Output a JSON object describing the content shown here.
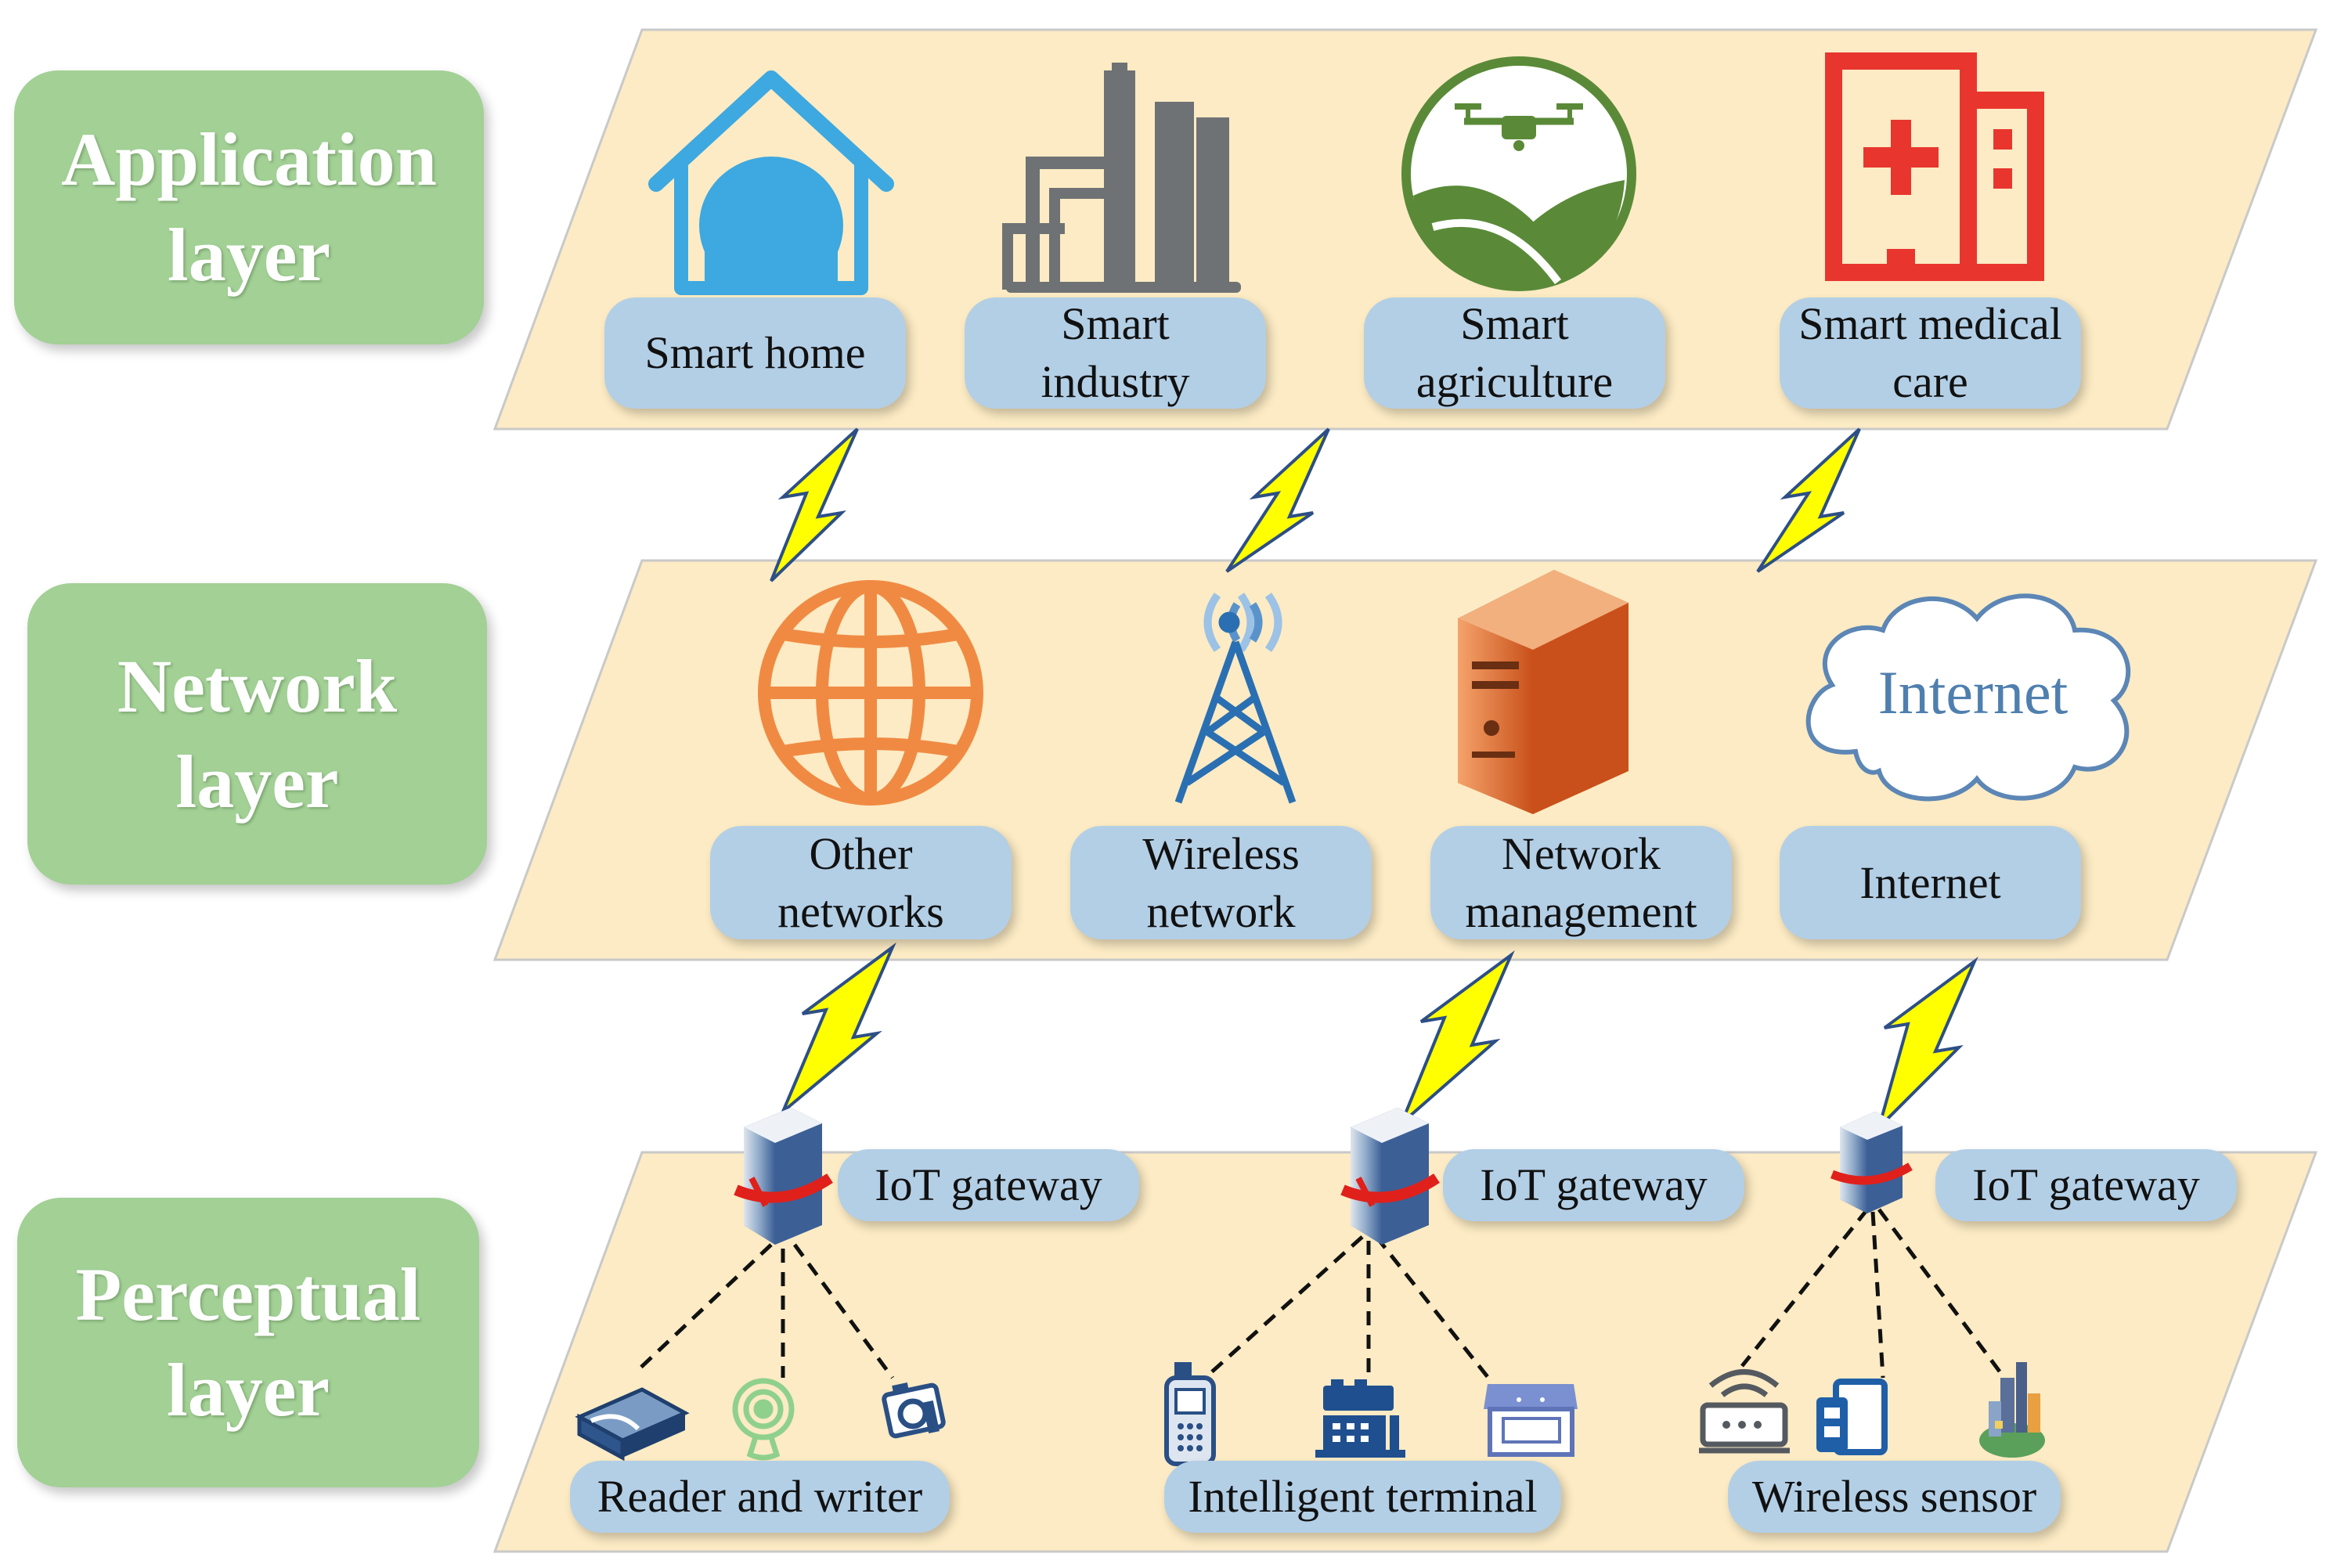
{
  "layers": [
    {
      "id": "application",
      "title": "Application\nlayer"
    },
    {
      "id": "network",
      "title": "Network\nlayer"
    },
    {
      "id": "perceptual",
      "title": "Perceptual\nlayer"
    }
  ],
  "application": {
    "items": [
      {
        "label": "Smart home",
        "icon": "house-icon"
      },
      {
        "label": "Smart\nindustry",
        "icon": "factory-icon"
      },
      {
        "label": "Smart\nagriculture",
        "icon": "drone-farm-icon"
      },
      {
        "label": "Smart medical\ncare",
        "icon": "hospital-icon"
      }
    ]
  },
  "network": {
    "items": [
      {
        "label": "Other\nnetworks",
        "icon": "globe-icon"
      },
      {
        "label": "Wireless\nnetwork",
        "icon": "antenna-tower-icon"
      },
      {
        "label": "Network\nmanagement",
        "icon": "server-icon"
      },
      {
        "label": "Internet",
        "icon": "cloud-icon"
      }
    ],
    "cloud_text": "Internet"
  },
  "perceptual": {
    "gateways": [
      {
        "label": "IoT gateway",
        "icon": "gateway-server-icon"
      },
      {
        "label": "IoT gateway",
        "icon": "gateway-server-icon"
      },
      {
        "label": "IoT gateway",
        "icon": "gateway-server-icon"
      }
    ],
    "groups": [
      {
        "label": "Reader and writer",
        "icons": [
          "card-reader-icon",
          "rfid-tag-icon",
          "camera-icon"
        ]
      },
      {
        "label": "Intelligent terminal",
        "icons": [
          "handheld-terminal-icon",
          "fax-machine-icon",
          "printer-icon"
        ]
      },
      {
        "label": "Wireless sensor",
        "icons": [
          "router-icon",
          "sensor-device-icon",
          "city-sensor-icon"
        ]
      }
    ]
  },
  "colors": {
    "layer_fill": "#fcebc4",
    "layer_box": "#a2d095",
    "pill": "#b3cfe6",
    "lightning": "#ffff00",
    "home": "#3ea8e0",
    "factory": "#6f7274",
    "agriculture": "#5a8a38",
    "medical": "#e8362f",
    "globe": "#f08a43",
    "tower": "#2a6fb2",
    "server": "#e06a2a",
    "cloud_text": "#4f7fae"
  }
}
